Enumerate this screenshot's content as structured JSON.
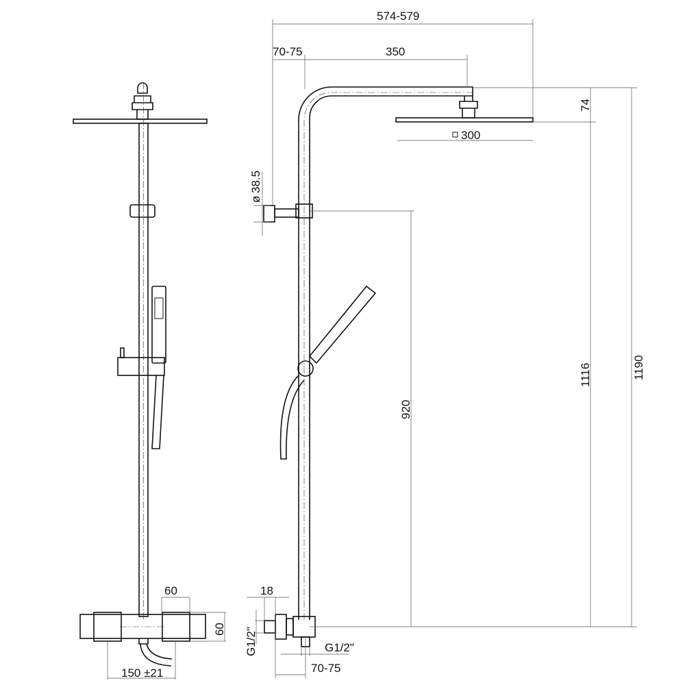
{
  "colors": {
    "line": "#111111",
    "dimension": "#555555",
    "background": "#ffffff"
  },
  "dimensions": {
    "overall_projection": "574-579",
    "wall_offset_top": "70-75",
    "arm_length": "350",
    "head_height": "74",
    "head_size": "300",
    "bracket_diameter": "38.5",
    "bracket_height": "920",
    "head_bottom_height": "1116",
    "total_height": "1190",
    "mixer_cap_width": "60",
    "mixer_height": "60",
    "inlet_spacing": "150 ±21",
    "eccentric_depth": "18",
    "inlet_thread": "G1/2\"",
    "outlet_thread": "G1/2\"",
    "wall_offset_bottom": "70-75"
  },
  "symbols": {
    "diameter": "ø",
    "square": "□"
  }
}
